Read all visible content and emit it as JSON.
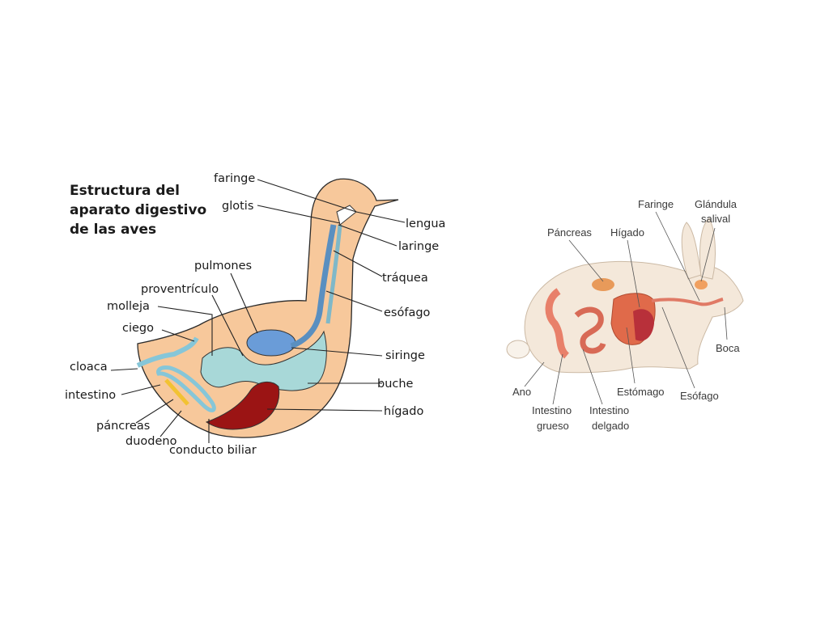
{
  "bird": {
    "title_lines": [
      "Estructura del",
      "aparato digestivo",
      "de las aves"
    ],
    "labels": {
      "faringe": "faringe",
      "glotis": "glotis",
      "lengua": "lengua",
      "laringe": "laringe",
      "pulmones": "pulmones",
      "traquea": "tráquea",
      "proventriculo": "proventrículo",
      "esofago": "esófago",
      "molleja": "molleja",
      "ciego": "ciego",
      "siringe": "siringe",
      "cloaca": "cloaca",
      "buche": "buche",
      "intestino": "intestino",
      "higado": "hígado",
      "pancreas": "páncreas",
      "duodeno": "duodeno",
      "conducto_biliar": "conducto biliar"
    }
  },
  "rabbit": {
    "labels": {
      "faringe": "Faringe",
      "glandula_1": "Glándula",
      "glandula_2": "salival",
      "pancreas": "Páncreas",
      "higado": "Hígado",
      "boca": "Boca",
      "ano": "Ano",
      "estomago": "Estómago",
      "esofago": "Esófago",
      "int_grueso_1": "Intestino",
      "int_grueso_2": "grueso",
      "int_delgado_1": "Intestino",
      "int_delgado_2": "delgado"
    }
  }
}
